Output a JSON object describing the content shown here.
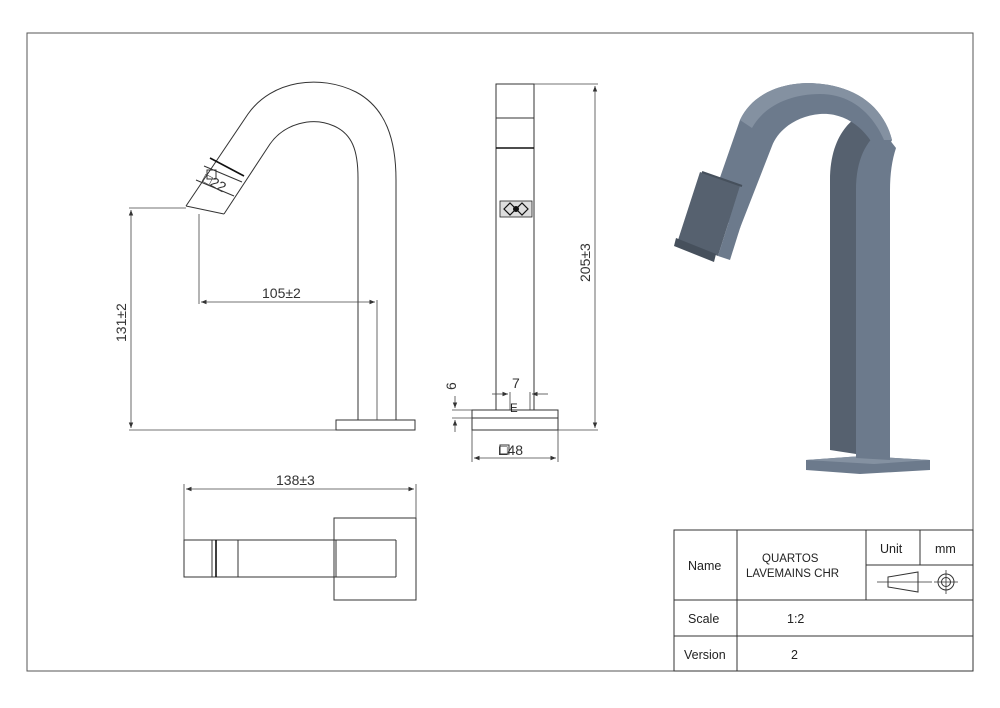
{
  "dimensions": {
    "height": "131±2",
    "reach": "105±2",
    "spout_section": "□22",
    "total_height": "205±3",
    "base_square": "□48",
    "base_thickness": "6",
    "shank": "7",
    "length": "138±3"
  },
  "title_block": {
    "name_label": "Name",
    "name_line1": "QUARTOS",
    "name_line2": "LAVEMAINS CHR",
    "unit_label": "Unit",
    "unit_value": "mm",
    "scale_label": "Scale",
    "scale_value": "1:2",
    "version_label": "Version",
    "version_value": "2"
  },
  "colors": {
    "render_body": "#6c7a8c",
    "render_dark": "#56616f",
    "render_light": "#8491a1",
    "line": "#333333"
  }
}
